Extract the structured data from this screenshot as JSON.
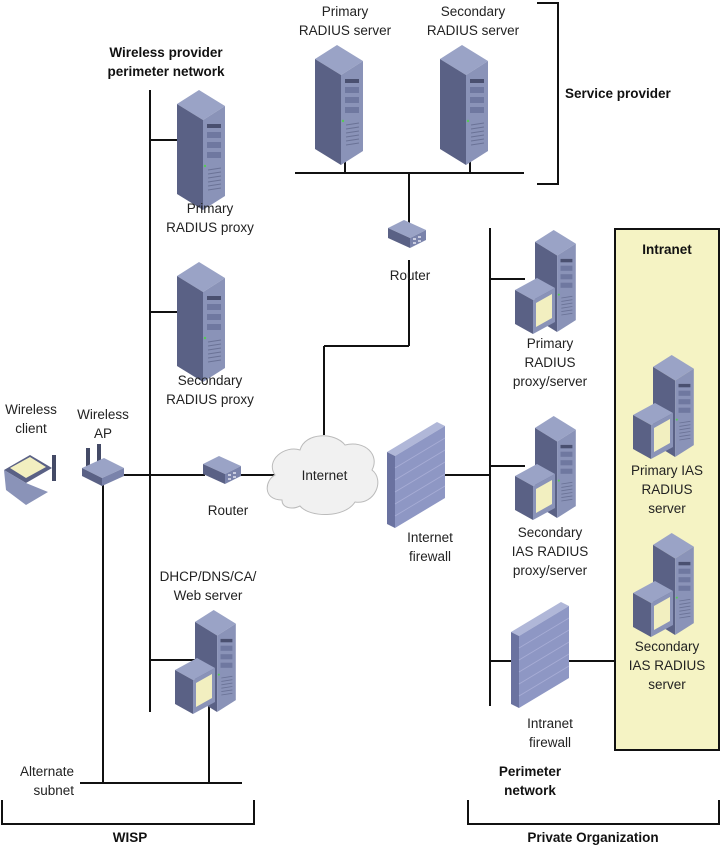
{
  "colors": {
    "line": "#111111",
    "server_light": "#8a93b8",
    "server_dark": "#5a6185",
    "server_top": "#9aa3c6",
    "screen": "#f2efc0",
    "firewall": "#8e97c4",
    "cloud": "#f1f1f1",
    "intranet_fill": "#f5f3c4"
  },
  "groups": {
    "wireless_perimeter": "Wireless provider\nperimeter network",
    "service_provider": "Service provider",
    "intranet": "Intranet",
    "perimeter_network": "Perimeter\nnetwork",
    "wisp": "WISP",
    "private_org": "Private Organization"
  },
  "nodes": {
    "primary_radius_server": "Primary\nRADIUS server",
    "secondary_radius_server": "Secondary\nRADIUS server",
    "primary_radius_proxy": "Primary\nRADIUS proxy",
    "secondary_radius_proxy": "Secondary\nRADIUS proxy",
    "router_top": "Router",
    "router_left": "Router",
    "internet": "Internet",
    "internet_firewall": "Internet\nfirewall",
    "wireless_client": "Wireless\nclient",
    "wireless_ap": "Wireless\nAP",
    "dhcp_server": "DHCP/DNS/CA/\nWeb server",
    "alternate_subnet": "Alternate\nsubnet",
    "primary_proxy_server": "Primary\nRADIUS\nproxy/server",
    "secondary_proxy_server": "Secondary\nIAS RADIUS\nproxy/server",
    "primary_ias": "Primary IAS\nRADIUS\nserver",
    "secondary_ias": "Secondary\nIAS RADIUS\nserver",
    "intranet_firewall": "Intranet\nfirewall"
  }
}
